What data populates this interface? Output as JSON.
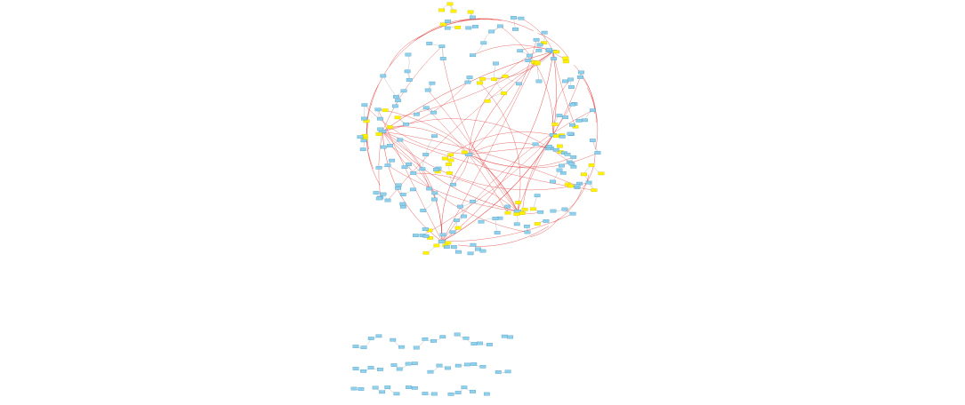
{
  "graph": {
    "colors": {
      "background": "#ffffff",
      "node_blue_fill": "#8fd0ea",
      "node_blue_stroke": "#3a8fbf",
      "node_yellow_fill": "#fff200",
      "node_yellow_stroke": "#c9b800",
      "edge_red": "#e03030",
      "edge_grey": "#9a9a9a"
    },
    "main_component": {
      "node_count_blue": 150,
      "node_count_yellow": 60,
      "node_count_hub": 6
    },
    "isolated_components": {
      "row_count": 3
    }
  }
}
